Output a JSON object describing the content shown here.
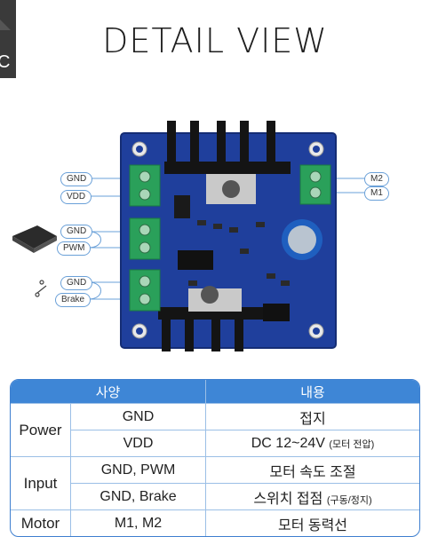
{
  "header": {
    "title": "DETAIL VIEW",
    "corner_glyph": "C"
  },
  "labels": {
    "left_power": [
      "GND",
      "VDD"
    ],
    "left_input": [
      "GND",
      "PWM"
    ],
    "left_brake": [
      "GND",
      "Brake"
    ],
    "right_output": [
      "M2",
      "M1"
    ]
  },
  "spec_table": {
    "headers": [
      "사양",
      "내용"
    ],
    "rows": [
      {
        "group": "Power",
        "spec": "GND",
        "content": "접지"
      },
      {
        "group": "",
        "spec": "VDD",
        "content": "DC 12~24V",
        "content_sub": "(모터 전압)"
      },
      {
        "group": "Input",
        "spec": "GND, PWM",
        "content": "모터 속도 조절"
      },
      {
        "group": "",
        "spec": "GND, Brake",
        "content": "스위치 접점",
        "content_sub": "(구동/정지)"
      },
      {
        "group": "Motor",
        "spec": "M1, M2",
        "content": "모터 동력선"
      }
    ]
  },
  "colors": {
    "accent": "#3e86d6",
    "board": "#1f3f9c",
    "terminal": "#2aa05a"
  }
}
